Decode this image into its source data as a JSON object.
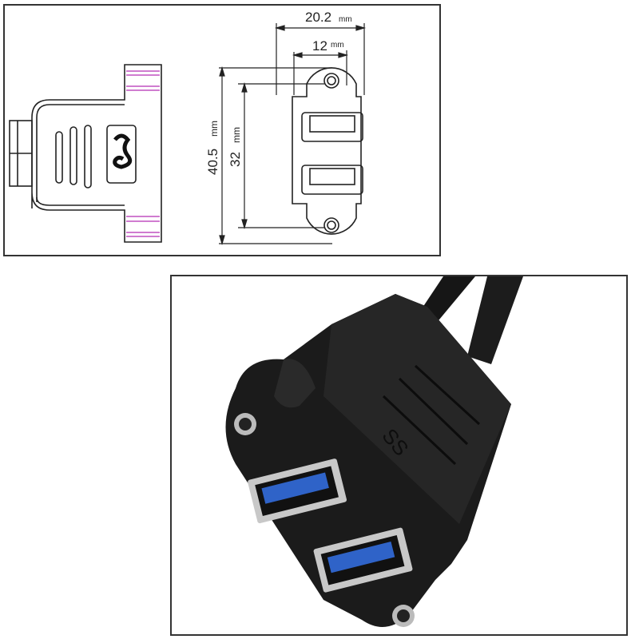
{
  "drawing": {
    "dimensions": {
      "width_outer": {
        "value": "20.2",
        "unit": "mm"
      },
      "width_hole": {
        "value": "12",
        "unit": "mm"
      },
      "height_outer": {
        "value": "40.5",
        "unit": "mm"
      },
      "height_hole": {
        "value": "32",
        "unit": "mm"
      }
    },
    "side_view_logo": "usb-3-ss-logo",
    "front_view_ports": 2
  },
  "photo": {
    "subject": "Dual USB 3.0 panel mount connector",
    "logo_text": "SS",
    "ports": 2,
    "port_color": "#2f63c8",
    "body_color": "#1b1b1b"
  }
}
